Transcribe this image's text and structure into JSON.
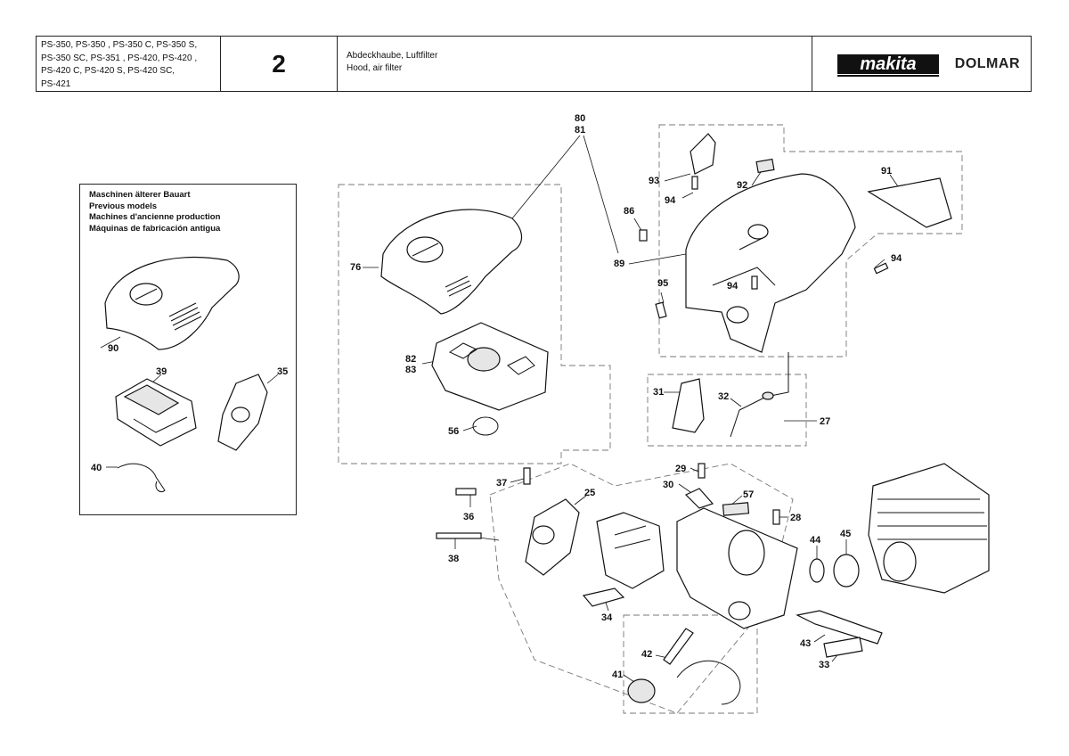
{
  "header": {
    "models": [
      "PS-350, PS-350 , PS-350 C, PS-350 S,",
      "PS-350 SC, PS-351 , PS-420, PS-420 ,",
      "PS-420 C, PS-420 S, PS-420 SC,",
      "PS-421"
    ],
    "page_number": "2",
    "title_de": "Abdeckhaube, Luftfilter",
    "title_en": "Hood, air filter",
    "brand_makita": "makita",
    "brand_dolmar": "DOLMAR"
  },
  "previous_models_box": {
    "lines": [
      "Maschinen älterer Bauart",
      "Previous models",
      "Machines d'ancienne production",
      "Máquinas de fabricación antigua"
    ]
  },
  "callouts": {
    "c80": "80",
    "c81": "81",
    "c93": "93",
    "c92": "92",
    "c91": "91",
    "c94a": "94",
    "c86": "86",
    "c89": "89",
    "c94b": "94",
    "c95": "95",
    "c94c": "94",
    "c76": "76",
    "c82": "82",
    "c83": "83",
    "c56": "56",
    "c90": "90",
    "c39": "39",
    "c35": "35",
    "c40": "40",
    "c31": "31",
    "c32": "32",
    "c27": "27",
    "c29": "29",
    "c30": "30",
    "c57": "57",
    "c37": "37",
    "c25": "25",
    "c36": "36",
    "c38": "38",
    "c28": "28",
    "c44": "44",
    "c45": "45",
    "c34": "34",
    "c42": "42",
    "c41": "41",
    "c43": "43",
    "c33": "33"
  }
}
